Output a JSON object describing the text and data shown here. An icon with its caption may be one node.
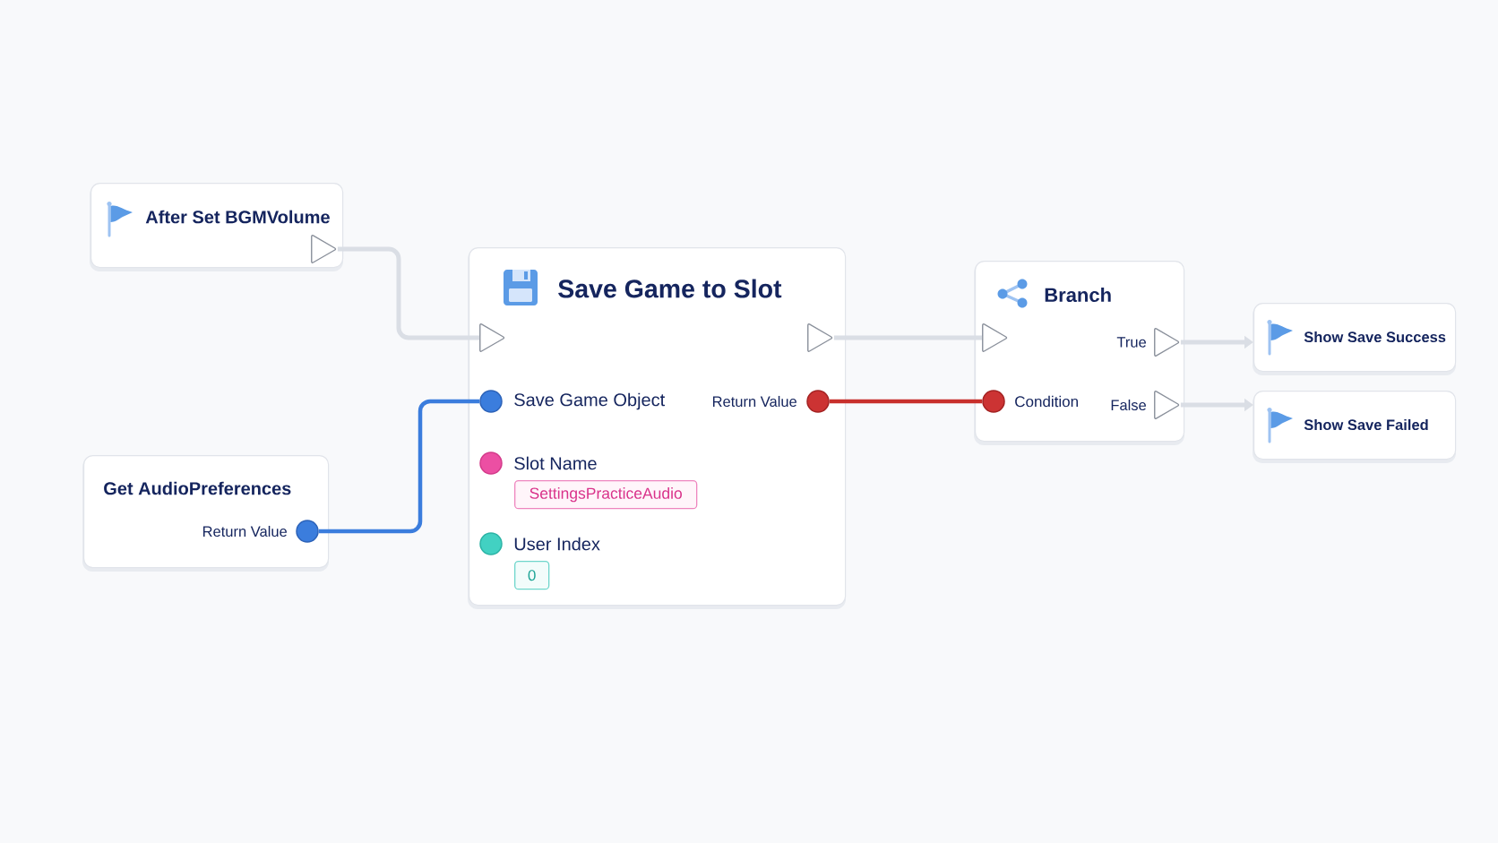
{
  "diagram": {
    "nodes": [
      {
        "text": [
          "After Set BGMVolume"
        ]
      },
      {
        "text": [],
        "shape": "triangle",
        "in": 0
      },
      {
        "text": [
          "Get AudioPreferences"
        ]
      },
      {
        "text": [],
        "shape": "circle",
        "in": 2,
        "beside": [
          "Return Value"
        ]
      },
      {
        "text": [
          "Save Game to Slot"
        ]
      },
      {
        "text": [],
        "shape": "triangle",
        "in": 4
      },
      {
        "text": [],
        "shape": "triangle",
        "in": 4
      },
      {
        "text": [],
        "shape": "circle",
        "in": 4,
        "beside": [
          "Save Game Object"
        ]
      },
      {
        "text": [],
        "shape": "circle",
        "in": 4,
        "beside": [
          "Return Value"
        ]
      },
      {
        "text": [],
        "shape": "circle",
        "in": 4,
        "beside": [
          "Slot Name"
        ]
      },
      {
        "text": [
          "SettingsPracticeAudio"
        ],
        "in": 4
      },
      {
        "text": [],
        "shape": "circle",
        "in": 4,
        "beside": [
          "User Index"
        ]
      },
      {
        "text": [
          "0"
        ],
        "in": 4
      },
      {
        "text": [
          "Branch"
        ]
      },
      {
        "text": [],
        "shape": "triangle",
        "in": 13
      },
      {
        "text": [],
        "shape": "triangle",
        "in": 13,
        "beside": [
          "True"
        ]
      },
      {
        "text": [],
        "shape": "circle",
        "in": 13,
        "beside": [
          "Condition"
        ]
      },
      {
        "text": [],
        "shape": "triangle",
        "in": 13,
        "beside": [
          "False"
        ]
      },
      {
        "text": [
          "Show Save Success"
        ]
      },
      {
        "text": [
          "Show Save Failed"
        ]
      }
    ],
    "edges": [
      {
        "from": 1,
        "to": 5,
        "arrow": "none"
      },
      {
        "from": 3,
        "to": 7,
        "arrow": "none",
        "color": "#3b7ddd"
      },
      {
        "from": 6,
        "to": 14,
        "arrow": "none"
      },
      {
        "from": 8,
        "to": 16,
        "arrow": "none",
        "color": "#c8302c"
      },
      {
        "from": 15,
        "to": 18,
        "arrow": "to"
      },
      {
        "from": 17,
        "to": 19,
        "arrow": "to"
      }
    ]
  }
}
